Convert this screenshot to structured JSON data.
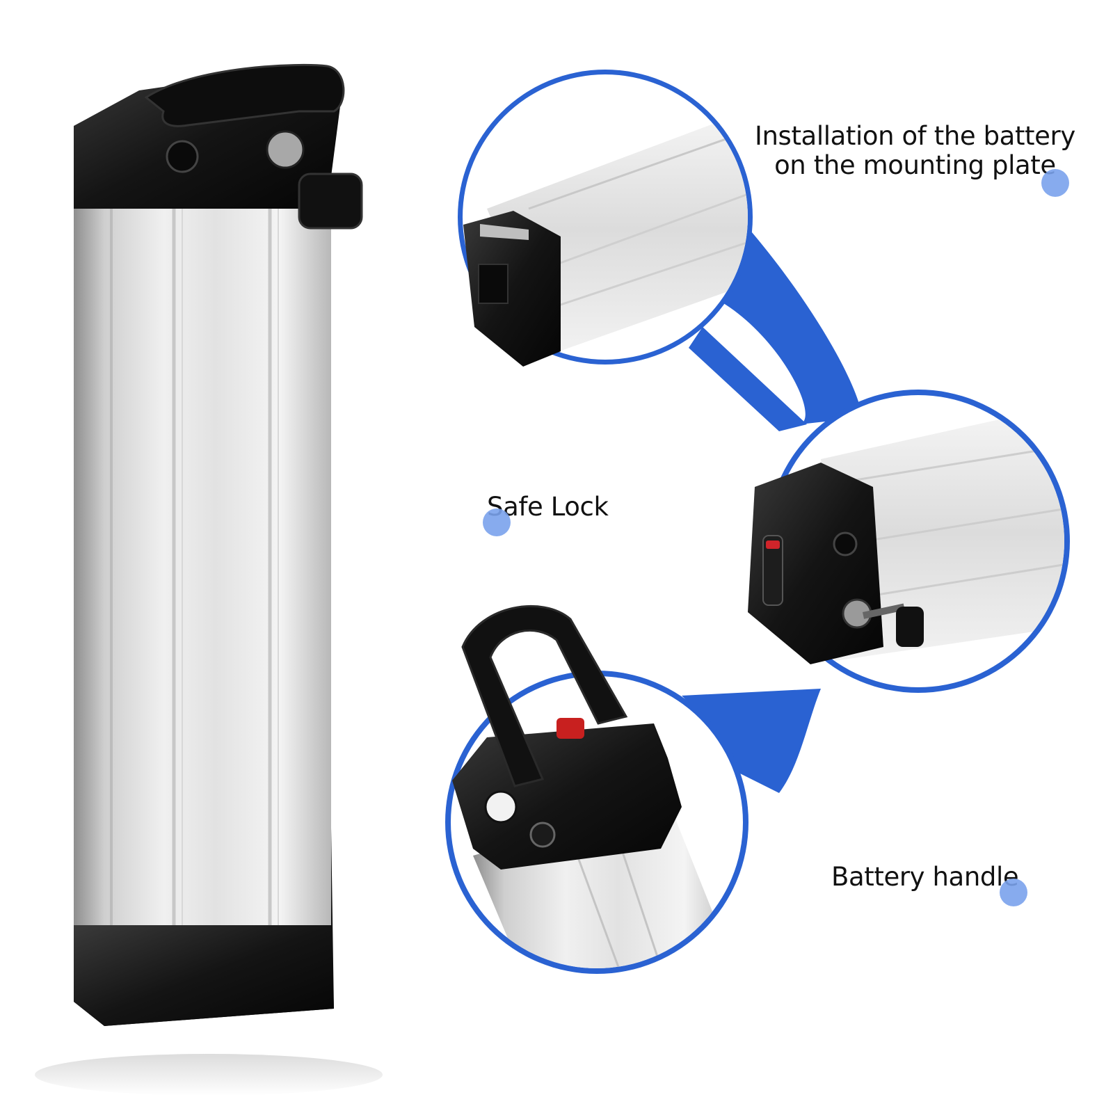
{
  "accent_color": "#2a62d2",
  "dot_color": "#7aa2ec",
  "callouts": {
    "installation": {
      "line1": "Installation of the battery",
      "line2": "on the mounting plate"
    },
    "safe_lock": {
      "text": "Safe Lock"
    },
    "handle": {
      "text": "Battery handle"
    }
  },
  "icons": [
    "battery-pack-image",
    "key-icon",
    "lock-icon",
    "handle-icon",
    "led-indicator-icon",
    "charging-port-icon"
  ]
}
